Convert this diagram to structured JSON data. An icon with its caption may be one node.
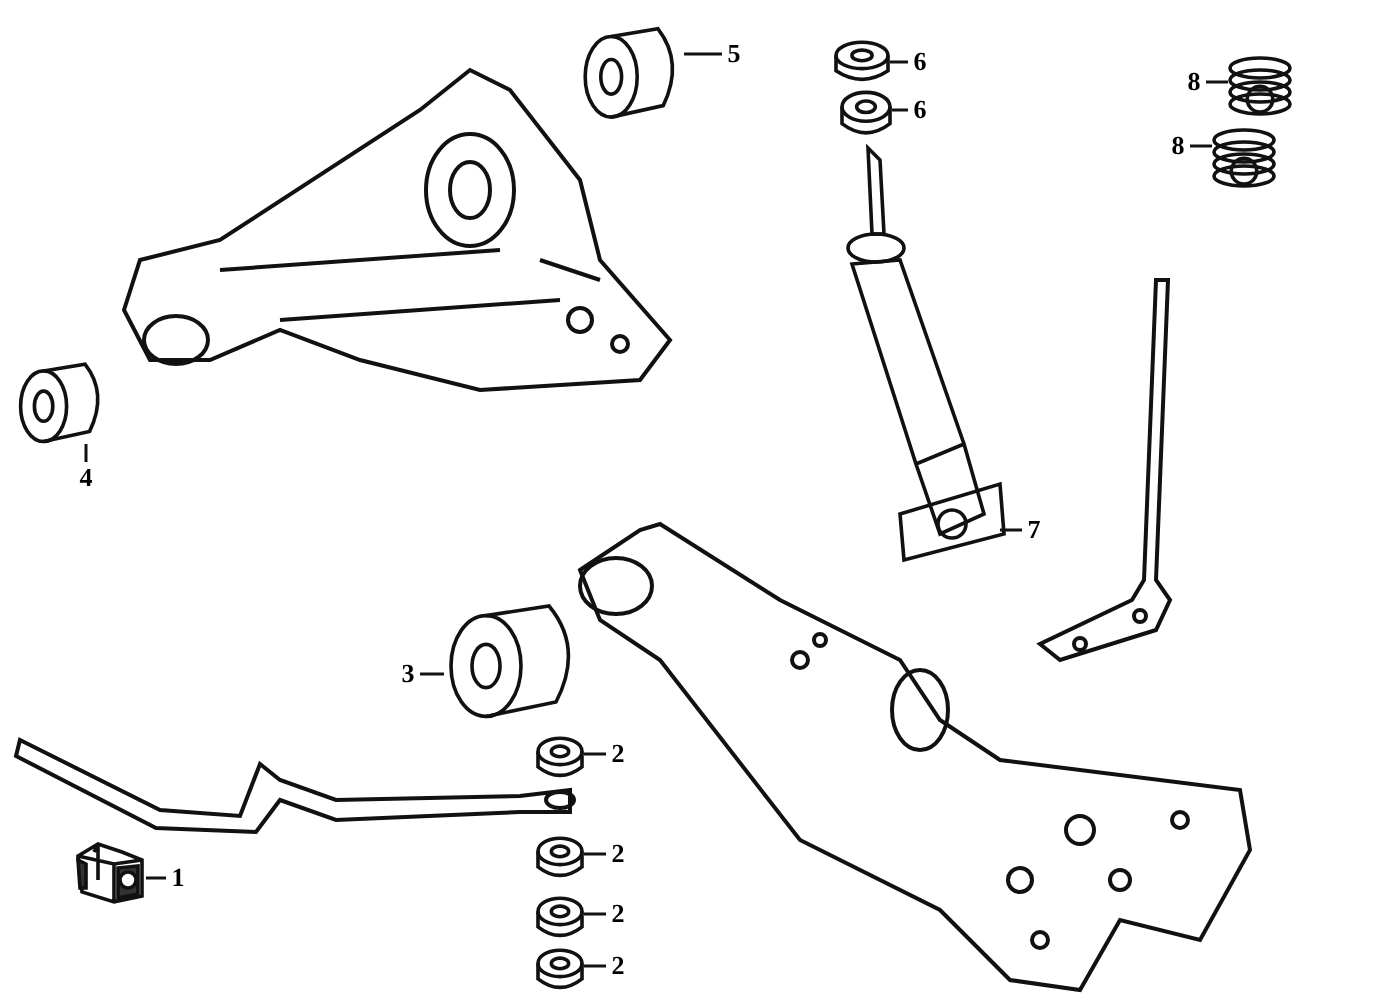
{
  "diagram": {
    "nodes": [
      {
        "text": [
          "5"
        ]
      },
      {
        "text": [],
        "shape": "picture"
      },
      {
        "text": [
          "6"
        ]
      },
      {
        "text": [],
        "shape": "picture"
      },
      {
        "text": [
          "6"
        ]
      },
      {
        "text": [],
        "shape": "picture"
      },
      {
        "text": [
          "8"
        ]
      },
      {
        "text": [],
        "shape": "picture"
      },
      {
        "text": [
          "8"
        ]
      },
      {
        "text": [],
        "shape": "picture"
      },
      {
        "text": [
          "4"
        ]
      },
      {
        "text": [],
        "shape": "picture"
      },
      {
        "text": [
          "7"
        ]
      },
      {
        "text": [],
        "shape": "picture"
      },
      {
        "text": [
          "3"
        ]
      },
      {
        "text": [],
        "shape": "picture"
      },
      {
        "text": [
          "2"
        ]
      },
      {
        "text": [],
        "shape": "picture"
      },
      {
        "text": [
          "2"
        ]
      },
      {
        "text": [],
        "shape": "picture"
      },
      {
        "text": [
          "2"
        ]
      },
      {
        "text": [],
        "shape": "picture"
      },
      {
        "text": [
          "2"
        ]
      },
      {
        "text": [],
        "shape": "picture"
      },
      {
        "text": [
          "1"
        ]
      },
      {
        "text": [],
        "shape": "picture"
      }
    ],
    "edges": [
      {
        "from": 0,
        "to": 1,
        "arrow": "none"
      },
      {
        "from": 2,
        "to": 3,
        "arrow": "none"
      },
      {
        "from": 4,
        "to": 5,
        "arrow": "none"
      },
      {
        "from": 6,
        "to": 7,
        "arrow": "none"
      },
      {
        "from": 8,
        "to": 9,
        "arrow": "none"
      },
      {
        "from": 10,
        "to": 11,
        "arrow": "none"
      },
      {
        "from": 12,
        "to": 13,
        "arrow": "none"
      },
      {
        "from": 14,
        "to": 15,
        "arrow": "none"
      },
      {
        "from": 16,
        "to": 17,
        "arrow": "none"
      },
      {
        "from": 18,
        "to": 19,
        "arrow": "none"
      },
      {
        "from": 20,
        "to": 21,
        "arrow": "none"
      },
      {
        "from": 22,
        "to": 23,
        "arrow": "none"
      },
      {
        "from": 24,
        "to": 25,
        "arrow": "none"
      }
    ]
  }
}
